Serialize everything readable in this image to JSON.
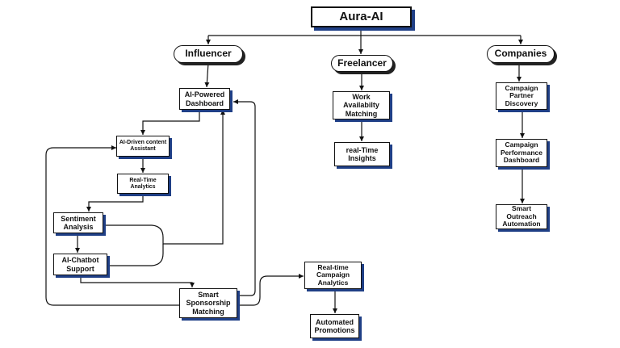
{
  "title": "Aura-AI",
  "categories": {
    "influencer": "Influencer",
    "freelancer": "Freelancer",
    "companies": "Companies"
  },
  "influencer": {
    "dashboard": "AI-Powered Dashboard",
    "content_assistant": "AI-Driven content Assistant",
    "realtime_analytics": "Real-Time Analytics",
    "sentiment": "Sentiment Analysis",
    "chatbot": "AI-Chatbot Support",
    "sponsorship": "Smart Sponsorship Matching",
    "campaign_analytics": "Real-time Campaign Analytics",
    "promotions": "Automated Promotions"
  },
  "freelancer": {
    "availability": "Work Availabilty Matching",
    "insights": "real-Time Insights"
  },
  "companies": {
    "partner_discovery": "Campaign Partner Discovery",
    "performance_dashboard": "Campaign Performance Dashboard",
    "outreach": "Smart Outreach Automation"
  },
  "colors": {
    "node_border": "#111111",
    "shadow_accent": "#1f3f86",
    "connector": "#111111"
  }
}
